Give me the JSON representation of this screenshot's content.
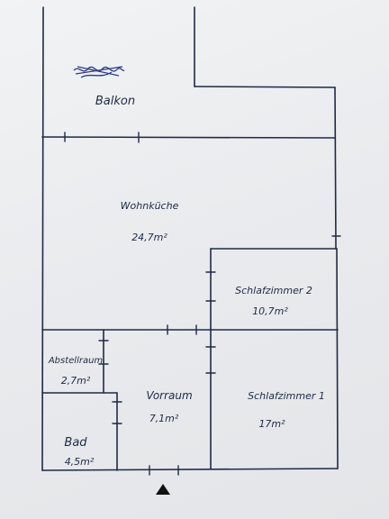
{
  "rooms": {
    "balkon": {
      "name": "Balkon",
      "area": ""
    },
    "wohnkueche": {
      "name": "Wohnküche",
      "area": "24,7m²"
    },
    "schlafzimmer2": {
      "name": "Schlafzimmer 2",
      "area": "10,7m²"
    },
    "abstellraum": {
      "name": "Abstellraum",
      "area": "2,7m²"
    },
    "vorraum": {
      "name": "Vorraum",
      "area": "7,1m²"
    },
    "schlafzimmer1": {
      "name": "Schlafzimmer 1",
      "area": "17m²"
    },
    "bad": {
      "name": "Bad",
      "area": "4,5m²"
    }
  },
  "colors": {
    "ink": "#1f2a44",
    "paper": "#eceef0"
  },
  "icons": {
    "entrance": "entrance-arrow-icon",
    "scribble": "crossed-out-scribble-icon"
  }
}
